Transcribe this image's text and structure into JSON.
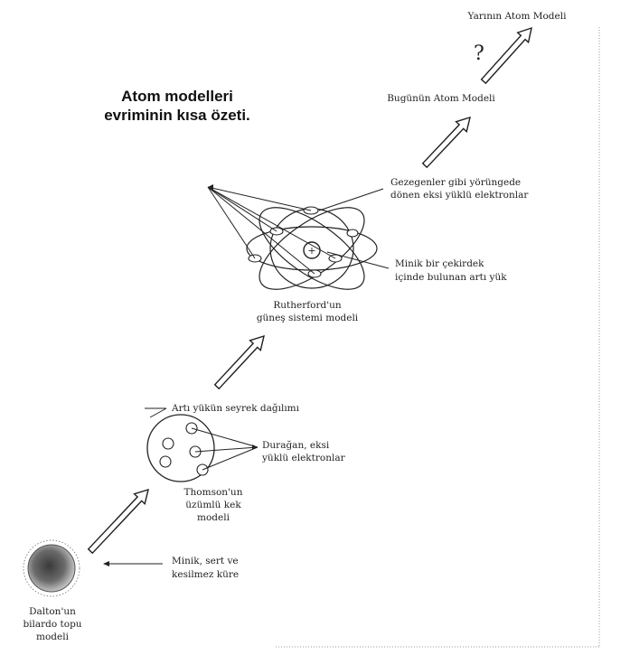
{
  "title": {
    "line1": "Atom modelleri",
    "line2": "evriminin kısa özeti."
  },
  "future_model": {
    "label": "Yarının Atom Modeli",
    "question_mark": "?"
  },
  "today_model": {
    "label": "Bugünün Atom Modeli"
  },
  "rutherford": {
    "electrons_label_1": "Gezegenler gibi yörüngede",
    "electrons_label_2": "dönen eksi yüklü elektronlar",
    "nucleus_label_1": "Minik bir çekirdek",
    "nucleus_label_2": "içinde bulunan artı yük",
    "nucleus_sign": "+",
    "caption_1": "Rutherford'un",
    "caption_2": "güneş sistemi modeli"
  },
  "thomson": {
    "positive_label": "Artı yükün seyrek dağılımı",
    "electrons_label_1": "Durağan, eksi",
    "electrons_label_2": "yüklü elektronlar",
    "caption_1": "Thomson'un",
    "caption_2": "üzümlü kek",
    "caption_3": "modeli"
  },
  "dalton": {
    "sphere_label_1": "Minik, sert ve",
    "sphere_label_2": "kesilmez küre",
    "caption_1": "Dalton'un",
    "caption_2": "bilardo topu",
    "caption_3": "modeli"
  }
}
